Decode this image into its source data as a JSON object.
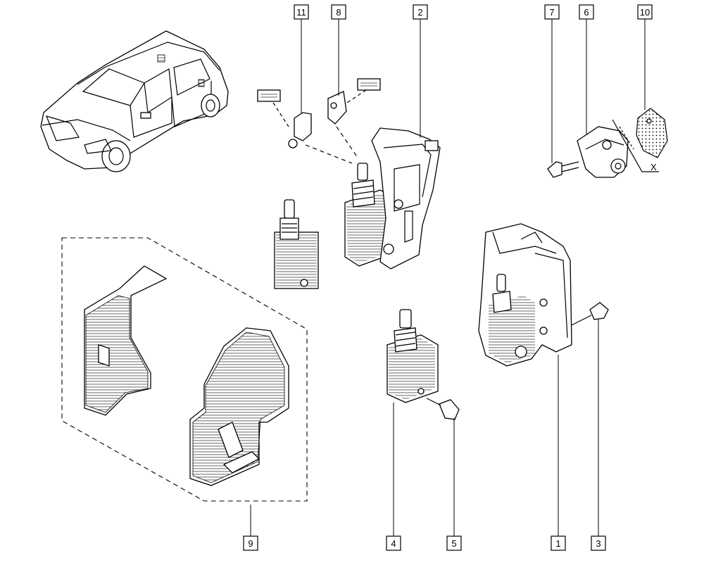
{
  "callouts": {
    "c1": "1",
    "c2": "2",
    "c3": "3",
    "c4": "4",
    "c5": "5",
    "c6": "6",
    "c7": "7",
    "c8": "8",
    "c9": "9",
    "c10": "10",
    "c11": "11"
  },
  "section_label": "X"
}
